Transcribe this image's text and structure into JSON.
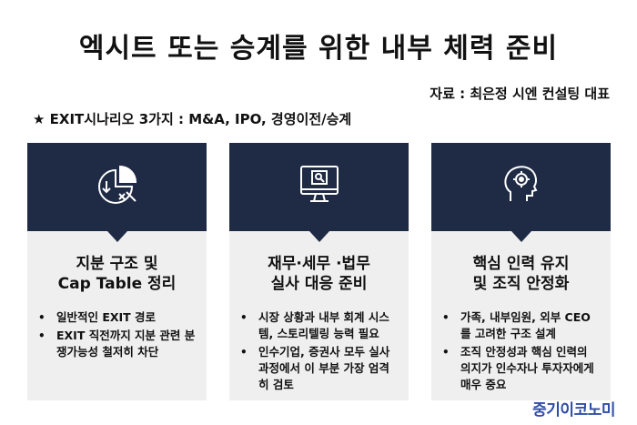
{
  "title": "엑시트 또는 승계를 위한 내부 체력 준비",
  "source": "자료 : 최은정 시엔 컨설팅 대표",
  "summary": "★ EXIT시나리오 3가지 : M&A, IPO, 경영이전/승계",
  "cards": [
    {
      "icon": "pie-chart-icon",
      "title_lines": [
        "지분 구조 및",
        "Cap Table 정리"
      ],
      "bullets": [
        "일반적인 EXIT 경로",
        "EXIT 직전까지 지분 관련 분쟁가능성 철저히 차단"
      ]
    },
    {
      "icon": "monitor-search-icon",
      "title_lines": [
        "재무·세무 ·법무",
        "실사 대응 준비"
      ],
      "bullets": [
        "시장 상황과 내부 회계 시스템, 스토리텔링 능력 필요",
        "인수기업, 증권사 모두 실사 과정에서 이 부분 가장 엄격히 검토"
      ]
    },
    {
      "icon": "head-gear-icon",
      "title_lines": [
        "핵심 인력 유지",
        "및 조직 안정화"
      ],
      "bullets": [
        "가족, 내부임원, 외부 CEO 를 고려한 구조 설계",
        "조직 안정성과 핵심 인력의 의지가 인수자나 투자자에게 매우 중요"
      ]
    }
  ],
  "brand": "중기이코노미",
  "colors": {
    "card_header": "#1f2a44",
    "card_body": "#efefef",
    "brand": "#2f4da8"
  }
}
